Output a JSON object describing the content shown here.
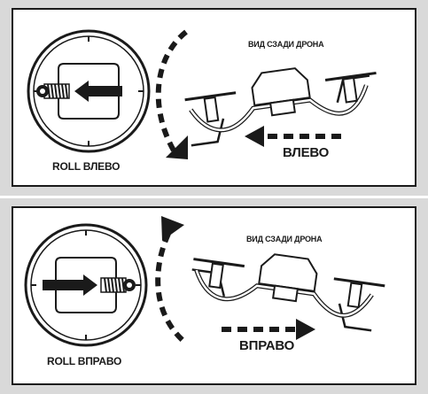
{
  "panels": [
    {
      "id": "roll-left",
      "rear_view_label": "ВИД СЗАДИ ДРОНА",
      "stick_label": "ROLL ВЛЕВО",
      "direction_label": "ВЛЕВО"
    },
    {
      "id": "roll-right",
      "rear_view_label": "ВИД СЗАДИ ДРОНА",
      "stick_label": "ROLL ВПРАВО",
      "direction_label": "ВПРАВО"
    }
  ],
  "colors": {
    "background": "#ffffff",
    "panel_fill": "#d9d9d9",
    "inner_fill": "#ffffff",
    "line": "#1a1a1a"
  }
}
